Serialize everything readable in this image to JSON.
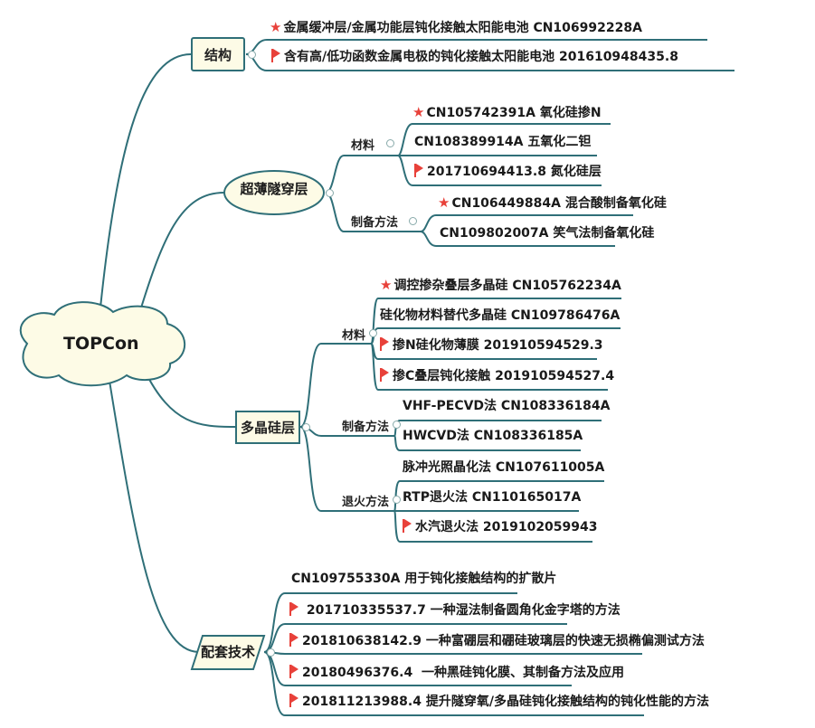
{
  "root": {
    "label": "TOPCon"
  },
  "branches": {
    "structure": {
      "label": "结构",
      "items": [
        {
          "marker": "star",
          "text": "金属缓冲层/金属功能层钝化接触太阳能电池 CN106992228A"
        },
        {
          "marker": "flag",
          "text": "含有高/低功函数金属电极的钝化接触太阳能电池 201610948435.8"
        }
      ]
    },
    "tunnel": {
      "label": "超薄隧穿层",
      "groups": [
        {
          "label": "材料",
          "items": [
            {
              "marker": "star",
              "text": "CN105742391A 氧化硅掺N"
            },
            {
              "marker": "",
              "text": "CN108389914A 五氧化二钽"
            },
            {
              "marker": "flag",
              "text": "201710694413.8 氮化硅层"
            }
          ]
        },
        {
          "label": "制备方法",
          "items": [
            {
              "marker": "star",
              "text": "CN106449884A 混合酸制备氧化硅"
            },
            {
              "marker": "",
              "text": "CN109802007A 笑气法制备氧化硅"
            }
          ]
        }
      ]
    },
    "poly": {
      "label": "多晶硅层",
      "groups": [
        {
          "label": "材料",
          "items": [
            {
              "marker": "star",
              "text": "调控掺杂叠层多晶硅 CN105762234A"
            },
            {
              "marker": "",
              "text": "硅化物材料替代多晶硅 CN109786476A"
            },
            {
              "marker": "flag",
              "text": "掺N硅化物薄膜 201910594529.3"
            },
            {
              "marker": "flag",
              "text": "掺C叠层钝化接触 201910594527.4"
            }
          ]
        },
        {
          "label": "制备方法",
          "items": [
            {
              "marker": "",
              "text": "VHF-PECVD法 CN108336184A"
            },
            {
              "marker": "",
              "text": "HWCVD法 CN108336185A"
            }
          ]
        },
        {
          "label": "退火方法",
          "items": [
            {
              "marker": "",
              "text": "脉冲光照晶化法 CN107611005A"
            },
            {
              "marker": "",
              "text": "RTP退火法 CN110165017A"
            },
            {
              "marker": "flag",
              "text": "水汽退火法 2019102059943"
            }
          ]
        }
      ]
    },
    "support": {
      "label": "配套技术",
      "items": [
        {
          "marker": "",
          "text": "CN109755330A 用于钝化接触结构的扩散片"
        },
        {
          "marker": "flag",
          "text": " 201710335537.7 一种湿法制备圆角化金字塔的方法"
        },
        {
          "marker": "flag",
          "text": "201810638142.9 一种富硼层和硼硅玻璃层的快速无损椭偏测试方法"
        },
        {
          "marker": "flag",
          "text": "20180496376.4  一种黑硅钝化膜、其制备方法及应用"
        },
        {
          "marker": "flag",
          "text": "201811213988.4 提升隧穿氧/多晶硅钝化接触结构的钝化性能的方法"
        }
      ]
    }
  },
  "colors": {
    "line": "#2f6f78",
    "node_fill": "#fdfbe6",
    "marker": "#e8413a"
  }
}
